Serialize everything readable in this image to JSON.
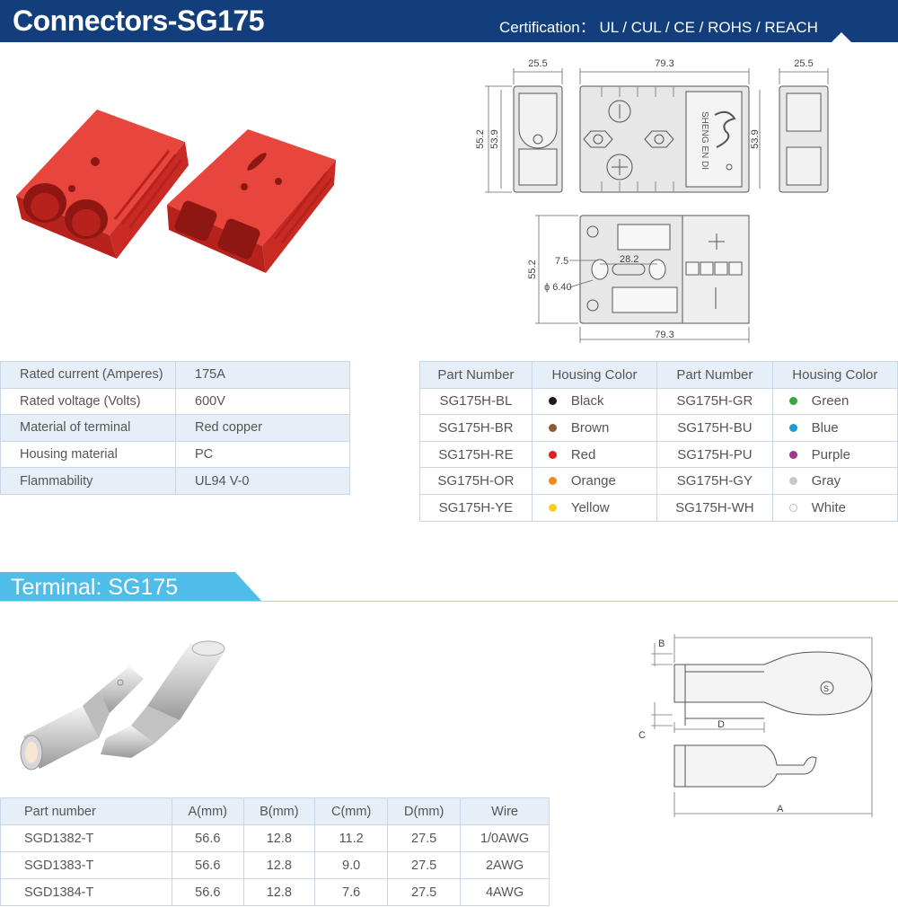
{
  "header": {
    "title": "Connectors-SG175",
    "certification": "Certification： UL / CUL / CE / ROHS / REACH"
  },
  "drawing": {
    "dim_25_5": "25.5",
    "dim_79_3": "79.3",
    "dim_55_2": "55.2",
    "dim_53_9": "53.9",
    "dim_7_5": "7.5",
    "dim_28_2": "28.2",
    "dim_phi": "ϕ 6.40",
    "logo_text": "SHENG EN DI",
    "terminal_labels": {
      "a": "A",
      "b": "B",
      "c": "C",
      "d": "D",
      "s": "S"
    }
  },
  "spec_table": [
    {
      "label": "Rated current (Amperes)",
      "value": "175A"
    },
    {
      "label": "Rated voltage (Volts)",
      "value": "600V"
    },
    {
      "label": "Material of terminal",
      "value": "Red copper"
    },
    {
      "label": "Housing material",
      "value": "PC"
    },
    {
      "label": "Flammability",
      "value": "UL94 V-0"
    }
  ],
  "parts_table": {
    "headers": [
      "Part Number",
      "Housing Color",
      "Part Number",
      "Housing Color"
    ],
    "rows": [
      {
        "pn1": "SG175H-BL",
        "c1": "Black",
        "dot1": "#1a1a1a",
        "pn2": "SG175H-GR",
        "c2": "Green",
        "dot2": "#3ba43b"
      },
      {
        "pn1": "SG175H-BR",
        "c1": "Brown",
        "dot1": "#8a5a3c",
        "pn2": "SG175H-BU",
        "c2": "Blue",
        "dot2": "#1e9ad6"
      },
      {
        "pn1": "SG175H-RE",
        "c1": "Red",
        "dot1": "#e02020",
        "pn2": "SG175H-PU",
        "c2": "Purple",
        "dot2": "#a3368f"
      },
      {
        "pn1": "SG175H-OR",
        "c1": "Orange",
        "dot1": "#f08a1c",
        "pn2": "SG175H-GY",
        "c2": "Gray",
        "dot2": "#c8c8c8"
      },
      {
        "pn1": "SG175H-YE",
        "c1": "Yellow",
        "dot1": "#f3d21a",
        "pn2": "SG175H-WH",
        "c2": "White",
        "dot2": "#ffffff"
      }
    ]
  },
  "terminal": {
    "title": "Terminal: SG175",
    "headers": [
      "Part number",
      "A(mm)",
      "B(mm)",
      "C(mm)",
      "D(mm)",
      "Wire"
    ],
    "rows": [
      [
        "SGD1382-T",
        "56.6",
        "12.8",
        "11.2",
        "27.5",
        "1/0AWG"
      ],
      [
        "SGD1383-T",
        "56.6",
        "12.8",
        "9.0",
        "27.5",
        "2AWG"
      ],
      [
        "SGD1384-T",
        "56.6",
        "12.8",
        "7.6",
        "27.5",
        "4AWG"
      ]
    ]
  },
  "colors": {
    "header": "#123f7c",
    "banner": "#4fbde9",
    "table_shade": "#e6eef7",
    "connector_red": "#e0302c"
  }
}
